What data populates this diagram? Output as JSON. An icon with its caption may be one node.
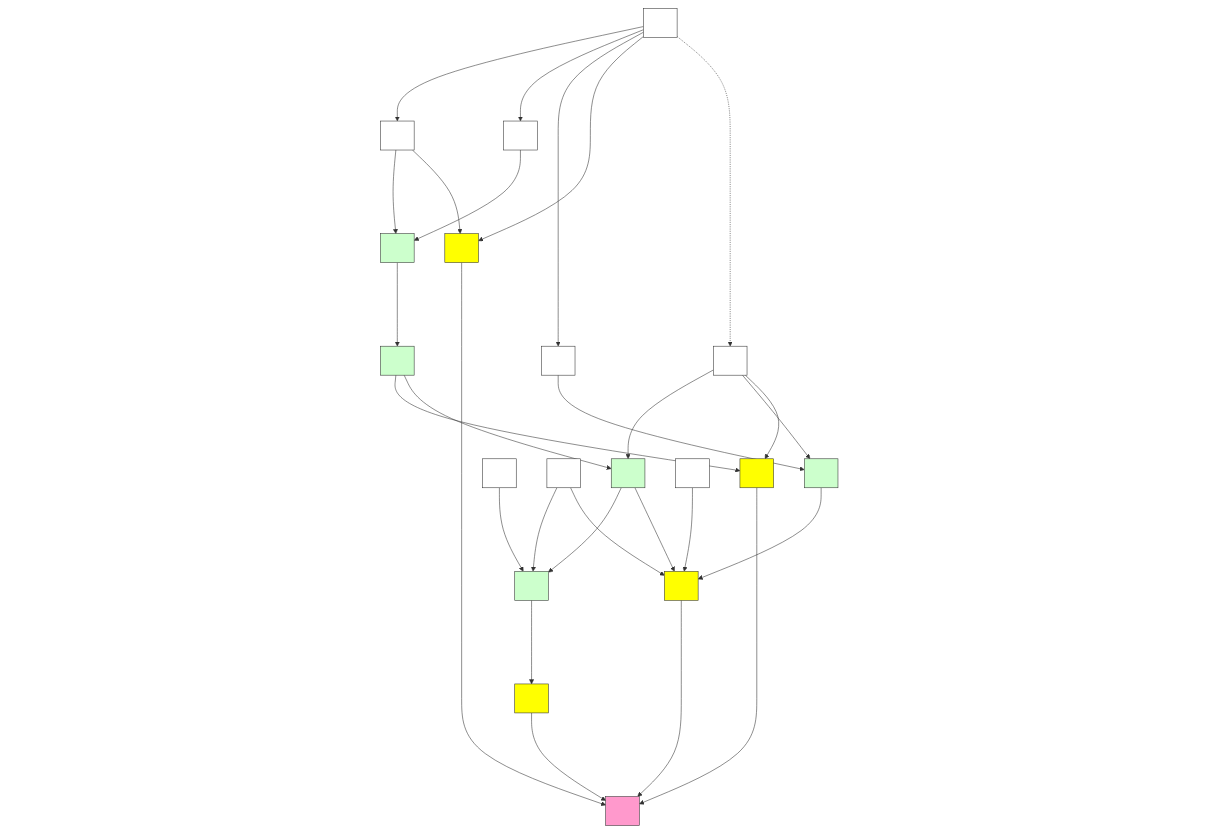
{
  "diagram": {
    "nodes": [
      {
        "text": [],
        "shape": "box"
      },
      {
        "text": [],
        "shape": "box"
      },
      {
        "text": [],
        "shape": "box"
      },
      {
        "text": [],
        "shape": "box"
      },
      {
        "text": [],
        "shape": "box"
      },
      {
        "text": [],
        "shape": "box"
      },
      {
        "text": [],
        "shape": "box"
      },
      {
        "text": [],
        "shape": "box"
      },
      {
        "text": [],
        "shape": "box"
      },
      {
        "text": [],
        "shape": "box"
      },
      {
        "text": [],
        "shape": "box"
      },
      {
        "text": [],
        "shape": "box"
      },
      {
        "text": [],
        "shape": "box"
      },
      {
        "text": [],
        "shape": "box"
      },
      {
        "text": [],
        "shape": "box"
      },
      {
        "text": [],
        "shape": "box"
      },
      {
        "text": [],
        "shape": "box"
      },
      {
        "text": [],
        "shape": "box"
      }
    ],
    "edges": [
      {
        "from": 0,
        "to": 1,
        "arrow": "to"
      },
      {
        "from": 0,
        "to": 3,
        "arrow": "to"
      },
      {
        "from": 0,
        "to": 5,
        "arrow": "to"
      },
      {
        "from": 0,
        "to": 13,
        "arrow": "to"
      },
      {
        "from": 0,
        "to": 6,
        "arrow": "to",
        "style": "dashed"
      },
      {
        "from": 1,
        "to": 2,
        "arrow": "to"
      },
      {
        "from": 3,
        "to": 2,
        "arrow": "to"
      },
      {
        "from": 2,
        "to": 4,
        "arrow": "to"
      },
      {
        "from": 4,
        "to": 16,
        "arrow": "to"
      },
      {
        "from": 4,
        "to": 7,
        "arrow": "to"
      },
      {
        "from": 6,
        "to": 7,
        "arrow": "to"
      },
      {
        "from": 1,
        "to": 13,
        "arrow": "to"
      },
      {
        "from": 6,
        "to": 10,
        "arrow": "to"
      },
      {
        "from": 6,
        "to": 16,
        "arrow": "to"
      },
      {
        "from": 5,
        "to": 10,
        "arrow": "to"
      },
      {
        "from": 7,
        "to": 12,
        "arrow": "to"
      },
      {
        "from": 8,
        "to": 12,
        "arrow": "to"
      },
      {
        "from": 9,
        "to": 12,
        "arrow": "to"
      },
      {
        "from": 9,
        "to": 14,
        "arrow": "to"
      },
      {
        "from": 7,
        "to": 14,
        "arrow": "to"
      },
      {
        "from": 10,
        "to": 14,
        "arrow": "to"
      },
      {
        "from": 11,
        "to": 14,
        "arrow": "to"
      },
      {
        "from": 12,
        "to": 15,
        "arrow": "to"
      },
      {
        "from": 13,
        "to": 17,
        "arrow": "to"
      },
      {
        "from": 14,
        "to": 17,
        "arrow": "to"
      },
      {
        "from": 15,
        "to": 17,
        "arrow": "to"
      },
      {
        "from": 16,
        "to": 17,
        "arrow": "to"
      }
    ]
  }
}
